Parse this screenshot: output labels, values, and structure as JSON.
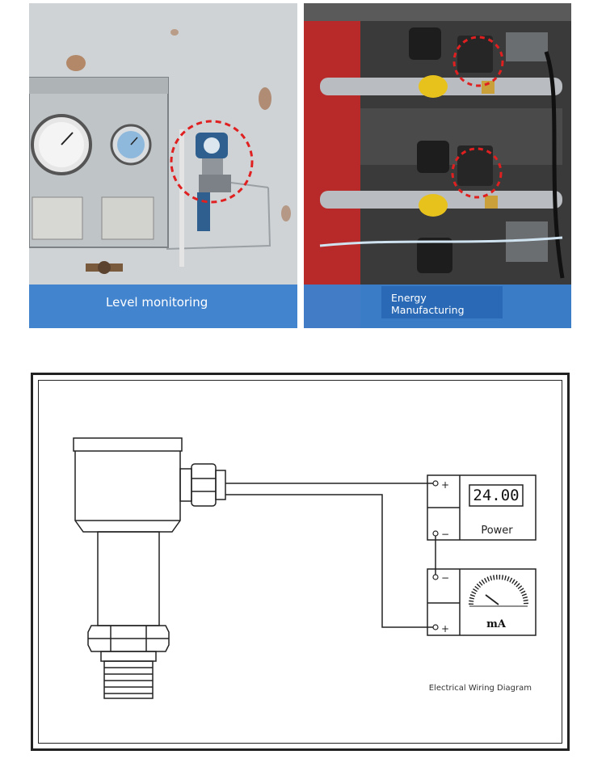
{
  "photos": {
    "left": {
      "caption": "Level monitoring"
    },
    "right": {
      "caption_line1": "Energy",
      "caption_line2": "Manufacturing"
    }
  },
  "diagram": {
    "display_value": "24.00",
    "power_label": "Power",
    "ammeter_unit": "mA",
    "plus_symbol": "+",
    "minus_symbol": "−",
    "caption": "Electrical Wiring Diagram"
  },
  "colors": {
    "band": "#3b7fcf",
    "highlight_circle": "#e02020",
    "line": "#222222"
  }
}
